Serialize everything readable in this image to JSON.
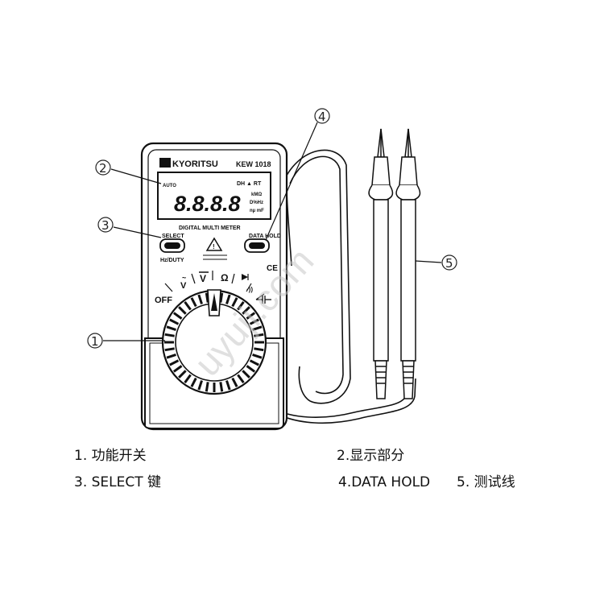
{
  "meter": {
    "brand": "KYORITSU",
    "model": "KEW 1018",
    "panel_title": "DIGITAL MULTI METER",
    "display_value": "8.8.8.8",
    "display_annotations": {
      "auto": "AUTO",
      "indicators": "DH ▲ RT",
      "units_1": "kMΩ",
      "units_2": "D%Hz",
      "units_3": "nµ mF"
    },
    "select_label": "SELECT",
    "select_sub_label": "Hz/DUTY",
    "data_hold_label": "DATA HOLD",
    "ce_mark": "CE",
    "dial": {
      "off": "OFF",
      "ac_v": "V",
      "dc_v": "V",
      "ohm": "Ω"
    }
  },
  "callouts": [
    "①",
    "②",
    "③",
    "④",
    "⑤"
  ],
  "legend": {
    "item1": "1.  功能开关",
    "item2": "2.显示部分",
    "item3": "3.  SELECT 键",
    "item4": "4.DATA HOLD",
    "item5": "5.  测试线"
  },
  "watermark": "uyuji.com",
  "colors": {
    "line": "#111111",
    "lcd": "#ffffff",
    "body": "#ffffff"
  }
}
